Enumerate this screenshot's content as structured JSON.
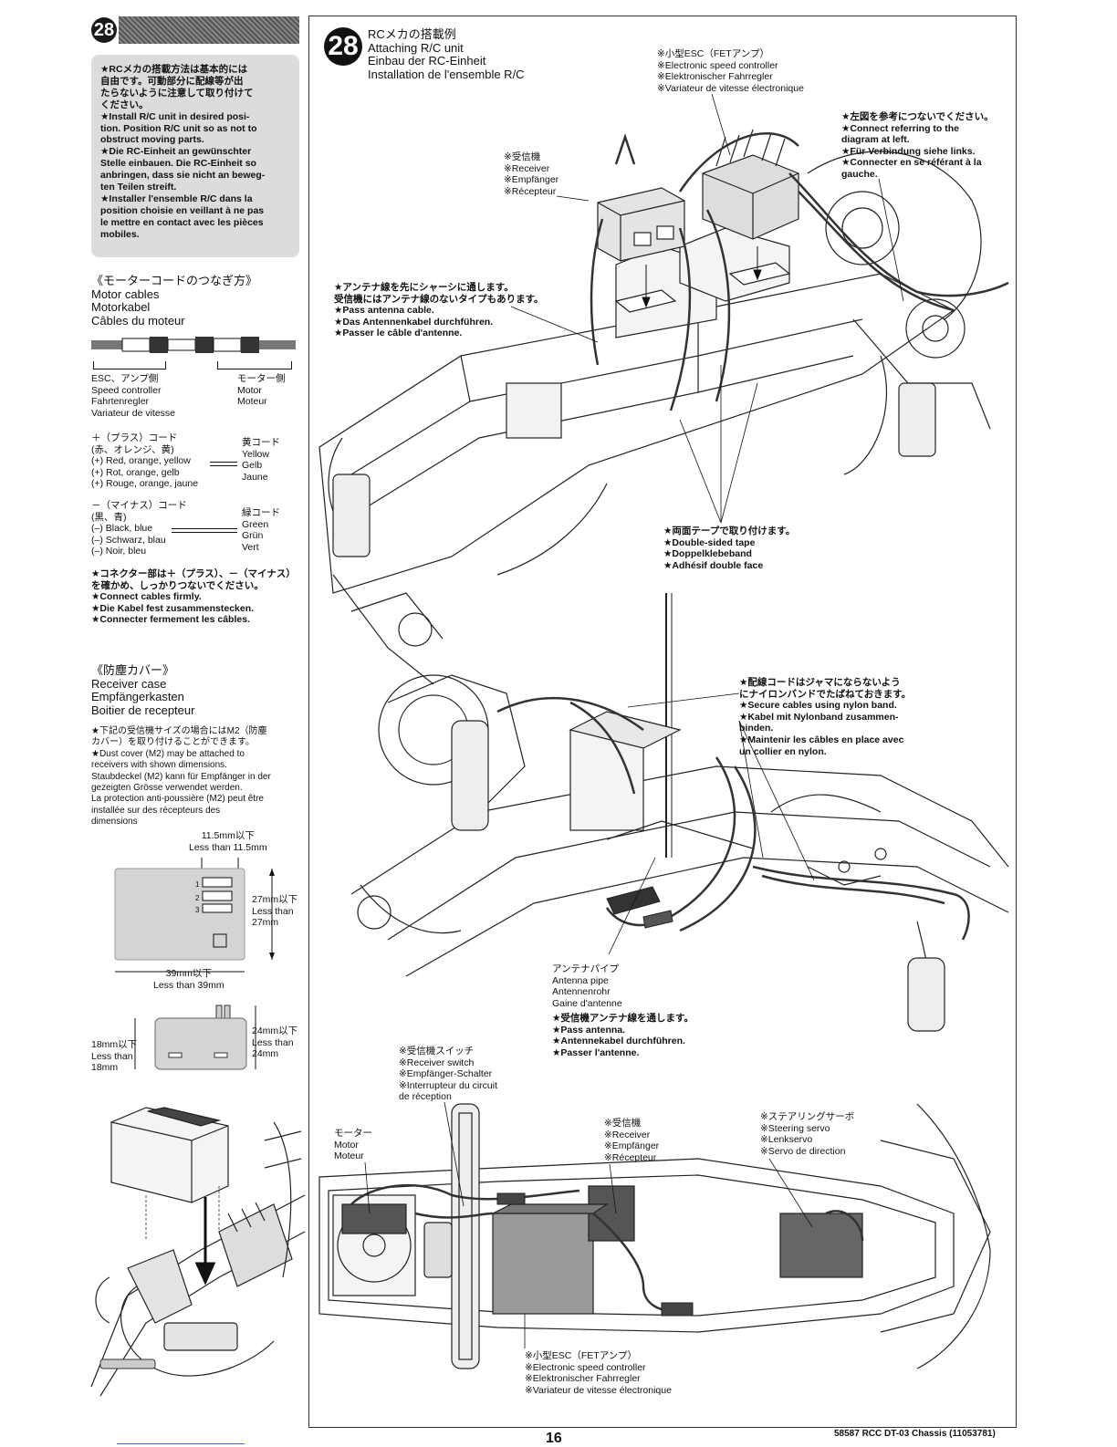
{
  "step": "28",
  "left": {
    "badge": "28",
    "note": "★RCメカの搭載方法は基本的には\n自由です。可動部分に配線等が出\nたらないように注意して取り付けて\nください。\n★Install R/C unit in desired posi-\ntion. Position R/C unit so as not to\nobstruct moving parts.\n★Die RC-Einheit an gewünschter\nStelle einbauen. Die RC-Einheit so\nanbringen, dass sie nicht an beweg-\nten Teilen streift.\n★Installer l'ensemble R/C dans la\nposition choisie en veillant à ne pas\nle mettre en contact avec les pièces\nmobiles.",
    "motor_cables_title": "《モーターコードのつなぎ方》\nMotor cables\nMotorkabel\nCâbles du moteur",
    "esc_side": "ESC、アンプ側\nSpeed controller\nFahrtenregler\nVariateur de vitesse",
    "motor_side": "モーター側\nMotor\nMoteur",
    "plus_cord": "＋（プラス）コード\n(赤、オレンジ、黄)\n(+) Red, orange, yellow\n(+) Rot, orange, gelb\n(+) Rouge, orange, jaune",
    "yellow_cord": "黄コード\nYellow\nGelb\nJaune",
    "minus_cord": "－（マイナス）コード\n(黒、青)\n(–) Black, blue\n(–) Schwarz, blau\n(–) Noir, bleu",
    "green_cord": "緑コード\nGreen\nGrün\nVert",
    "connect_note": "★コネクター部は＋（プラス）、－（マイナス）\nを確かめ、しっかりつないでください。\n★Connect cables firmly.\n★Die Kabel fest zusammenstecken.\n★Connecter fermement les câbles.",
    "receiver_case_title": "《防塵カバー》\nReceiver case\nEmpfängerkasten\nBoitier de recepteur",
    "dust_note": "★下記の受信機サイズの場合にはM2（防塵\nカバー）を取り付けることができます。\n★Dust cover (M2) may be attached to\nreceivers with shown dimensions.\nStaubdeckel (M2) kann für Empfänger in der\ngezeigten Grösse verwendet werden.\nLa protection anti-poussière (M2) peut être\ninstallée sur des récepteurs des\ndimensions",
    "dim_11_5": "11.5mm以下\nLess than 11.5mm",
    "dim_27": "27mm以下\nLess than\n27mm",
    "dim_39": "39mm以下\nLess than 39mm",
    "dim_18": "18mm以下\nLess than\n18mm",
    "dim_24": "24mm以下\nLess than\n24mm",
    "pins": [
      "1",
      "2",
      "3"
    ]
  },
  "main": {
    "badge": "28",
    "title": "RCメカの搭載例\nAttaching R/C unit\nEinbau der RC-Einheit\nInstallation de l'ensemble R/C",
    "esc_label": "※小型ESC（FETアンプ）\n※Electronic speed controller\n※Elektronischer Fahrregler\n※Variateur de vitesse électronique",
    "refer_note": "★左図を参考につないでください。\n★Connect referring to the\ndiagram at left.\n★Für Verbindung siehe links.\n★Connecter en se référant à la\ngauche.",
    "receiver_label": "※受信機\n※Receiver\n※Empfänger\n※Récepteur",
    "antenna_note": "★アンテナ線を先にシャーシに通します。\n受信機にはアンテナ線のないタイプもあります。\n★Pass antenna cable.\n★Das Antennenkabel durchführen.\n★Passer le câble d'antenne.",
    "tape_note": "★両面テープで取り付けます。\n★Double-sided tape\n★Doppelklebeband\n★Adhésif double face",
    "nylon_note": "★配線コードはジャマにならないよう\nにナイロンバンドでたばねておきます。\n★Secure cables using nylon band.\n★Kabel mit Nylonband zusammen-\nbinden.\n★Maintenir les câbles en place avec\nun collier en nylon.",
    "antenna_pipe": "アンテナパイプ\nAntenna pipe\nAntennenrohr\nGaine d'antenne",
    "pass_antenna": "★受信機アンテナ線を通します。\n★Pass antenna.\n★Antennekabel durchführen.\n★Passer l'antenne.",
    "receiver_switch": "※受信機スイッチ\n※Receiver switch\n※Empfänger-Schalter\n※Interrupteur du circuit\nde réception",
    "motor_label": "モーター\nMotor\nMoteur",
    "receiver_label2": "※受信機\n※Receiver\n※Empfänger\n※Récepteur",
    "servo_label": "※ステアリングサーボ\n※Steering servo\n※Lenkservo\n※Servo de direction",
    "esc_label2": "※小型ESC（FETアンプ）\n※Electronic speed controller\n※Elektronischer Fahrregler\n※Variateur de vitesse électronique"
  },
  "footer": {
    "page": "16",
    "product": "58587 RCC DT-03 Chassis (11053781)"
  },
  "colors": {
    "note_bg": "#dcdcdc",
    "ink": "#111111",
    "link": "#4a6cd4"
  }
}
